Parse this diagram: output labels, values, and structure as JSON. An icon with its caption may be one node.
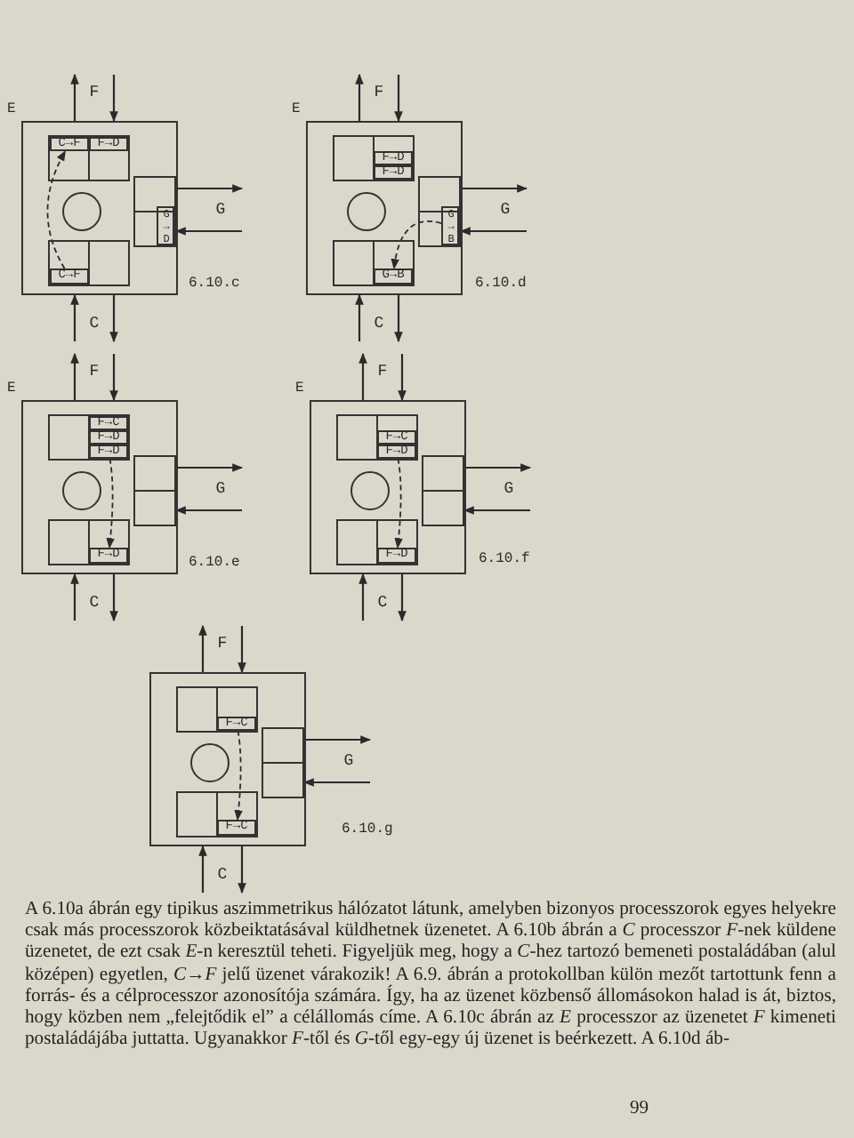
{
  "diagram": {
    "nodes": [
      {
        "text": [
          "E"
        ],
        "beside": [
          "6.10.c"
        ]
      },
      {
        "text": [],
        "shape": "box",
        "in": 0
      },
      {
        "text": [
          "C→F"
        ],
        "in": 1
      },
      {
        "text": [
          "F→D"
        ],
        "in": 1
      },
      {
        "text": [],
        "shape": "circle",
        "in": 0
      },
      {
        "text": [],
        "shape": "box",
        "in": 0
      },
      {
        "text": [
          "G→D"
        ],
        "in": 5
      },
      {
        "text": [],
        "shape": "box",
        "in": 0
      },
      {
        "text": [
          "C→F"
        ],
        "in": 7
      },
      {
        "text": [
          "E"
        ],
        "beside": [
          "6.10.d"
        ]
      },
      {
        "text": [],
        "shape": "box",
        "in": 9
      },
      {
        "text": [
          "F→D"
        ],
        "in": 10
      },
      {
        "text": [
          "F→D"
        ],
        "in": 10
      },
      {
        "text": [],
        "shape": "circle",
        "in": 9
      },
      {
        "text": [],
        "shape": "box",
        "in": 9
      },
      {
        "text": [
          "G→B"
        ],
        "in": 14
      },
      {
        "text": [],
        "shape": "box",
        "in": 9
      },
      {
        "text": [
          "G→B"
        ],
        "in": 16
      },
      {
        "text": [
          "E"
        ],
        "beside": [
          "6.10.e"
        ]
      },
      {
        "text": [],
        "shape": "box",
        "in": 18
      },
      {
        "text": [
          "F→C"
        ],
        "in": 19
      },
      {
        "text": [
          "F→D"
        ],
        "in": 19
      },
      {
        "text": [
          "F→D"
        ],
        "in": 19
      },
      {
        "text": [],
        "shape": "circle",
        "in": 18
      },
      {
        "text": [],
        "shape": "box",
        "in": 18
      },
      {
        "text": [],
        "shape": "box",
        "in": 18
      },
      {
        "text": [
          "F→D"
        ],
        "in": 25
      },
      {
        "text": [
          "E"
        ],
        "beside": [
          "6.10.f"
        ]
      },
      {
        "text": [],
        "shape": "box",
        "in": 27
      },
      {
        "text": [
          "F→C"
        ],
        "in": 28
      },
      {
        "text": [
          "F→D"
        ],
        "in": 28
      },
      {
        "text": [],
        "shape": "circle",
        "in": 27
      },
      {
        "text": [],
        "shape": "box",
        "in": 27
      },
      {
        "text": [],
        "shape": "box",
        "in": 27
      },
      {
        "text": [
          "F→D"
        ],
        "in": 33
      },
      {
        "text": [],
        "shape": "box",
        "beside": [
          "6.10.g"
        ]
      },
      {
        "text": [],
        "shape": "box",
        "in": 35
      },
      {
        "text": [
          "F→C"
        ],
        "in": 36
      },
      {
        "text": [],
        "shape": "circle",
        "in": 35
      },
      {
        "text": [],
        "shape": "box",
        "in": 35
      },
      {
        "text": [],
        "shape": "box",
        "in": 35
      },
      {
        "text": [
          "F→C"
        ],
        "in": 40
      },
      {
        "text": [
          "F"
        ]
      },
      {
        "text": [
          "G"
        ]
      },
      {
        "text": [
          "C"
        ]
      },
      {
        "text": [
          "F"
        ]
      },
      {
        "text": [
          "G"
        ]
      },
      {
        "text": [
          "C"
        ]
      },
      {
        "text": [
          "F"
        ]
      },
      {
        "text": [
          "G"
        ]
      },
      {
        "text": [
          "C"
        ]
      },
      {
        "text": [
          "F"
        ]
      },
      {
        "text": [
          "G"
        ]
      },
      {
        "text": [
          "C"
        ]
      },
      {
        "text": [
          "F"
        ]
      },
      {
        "text": [
          "G"
        ]
      },
      {
        "text": [
          "C"
        ]
      }
    ],
    "edges": [
      {
        "from": 0,
        "to": 42,
        "arrow": "to"
      },
      {
        "from": 42,
        "to": 0,
        "arrow": "to"
      },
      {
        "from": 5,
        "to": 43,
        "arrow": "to"
      },
      {
        "from": 43,
        "to": 5,
        "arrow": "to"
      },
      {
        "from": 44,
        "to": 0,
        "arrow": "to"
      },
      {
        "from": 0,
        "to": 44,
        "arrow": "to"
      },
      {
        "from": 8,
        "to": 2,
        "arrow": "to",
        "style": "dashed"
      },
      {
        "from": 9,
        "to": 45,
        "arrow": "to"
      },
      {
        "from": 45,
        "to": 9,
        "arrow": "to"
      },
      {
        "from": 14,
        "to": 46,
        "arrow": "to"
      },
      {
        "from": 46,
        "to": 14,
        "arrow": "to"
      },
      {
        "from": 47,
        "to": 9,
        "arrow": "to"
      },
      {
        "from": 9,
        "to": 47,
        "arrow": "to"
      },
      {
        "from": 15,
        "to": 17,
        "arrow": "to",
        "style": "dashed"
      },
      {
        "from": 18,
        "to": 48,
        "arrow": "to"
      },
      {
        "from": 48,
        "to": 18,
        "arrow": "to"
      },
      {
        "from": 24,
        "to": 49,
        "arrow": "to"
      },
      {
        "from": 49,
        "to": 24,
        "arrow": "to"
      },
      {
        "from": 50,
        "to": 18,
        "arrow": "to"
      },
      {
        "from": 18,
        "to": 50,
        "arrow": "to"
      },
      {
        "from": 22,
        "to": 26,
        "arrow": "to",
        "style": "dashed"
      },
      {
        "from": 27,
        "to": 51,
        "arrow": "to"
      },
      {
        "from": 51,
        "to": 27,
        "arrow": "to"
      },
      {
        "from": 32,
        "to": 52,
        "arrow": "to"
      },
      {
        "from": 52,
        "to": 32,
        "arrow": "to"
      },
      {
        "from": 53,
        "to": 27,
        "arrow": "to"
      },
      {
        "from": 27,
        "to": 53,
        "arrow": "to"
      },
      {
        "from": 30,
        "to": 34,
        "arrow": "to",
        "style": "dashed"
      },
      {
        "from": 35,
        "to": 54,
        "arrow": "to"
      },
      {
        "from": 54,
        "to": 35,
        "arrow": "to"
      },
      {
        "from": 39,
        "to": 55,
        "arrow": "to"
      },
      {
        "from": 55,
        "to": 39,
        "arrow": "to"
      },
      {
        "from": 56,
        "to": 35,
        "arrow": "to"
      },
      {
        "from": 35,
        "to": 56,
        "arrow": "to"
      },
      {
        "from": 37,
        "to": 41,
        "arrow": "to",
        "style": "dashed"
      }
    ],
    "labels": [
      "A 6.10a ábrán egy tipikus aszimmetrikus hálózatot látunk, amelyben bizonyos processzorok egyes helyekre csak más processzorok közbeiktatásával küldhetnek üzenetet. A 6.10b ábrán a *C* processzor *F*-nek küldene üzenetet, de ezt csak *E*-n keresztül teheti. Figyeljük meg, hogy a *C*-hez tartozó bemeneti postaládában (alul középen) egyetlen, *C*→*F* jelű üzenet várakozik! A 6.9. ábrán a protokollban külön mezőt tartottunk fenn a forrás- és a célprocesszor azonosítója számára. Így, ha az üzenet közbenső állomásokon halad is át, biztos, hogy közben nem „felejtődik el” a célállomás címe. A 6.10c ábrán az *E* processzor az üzenetet *F* kimeneti postaládájába juttatta. Ugyanakkor *F*-től és *G*-től egy-egy új üzenet is beérkezett. A 6.10d áb-",
      "99"
    ]
  }
}
